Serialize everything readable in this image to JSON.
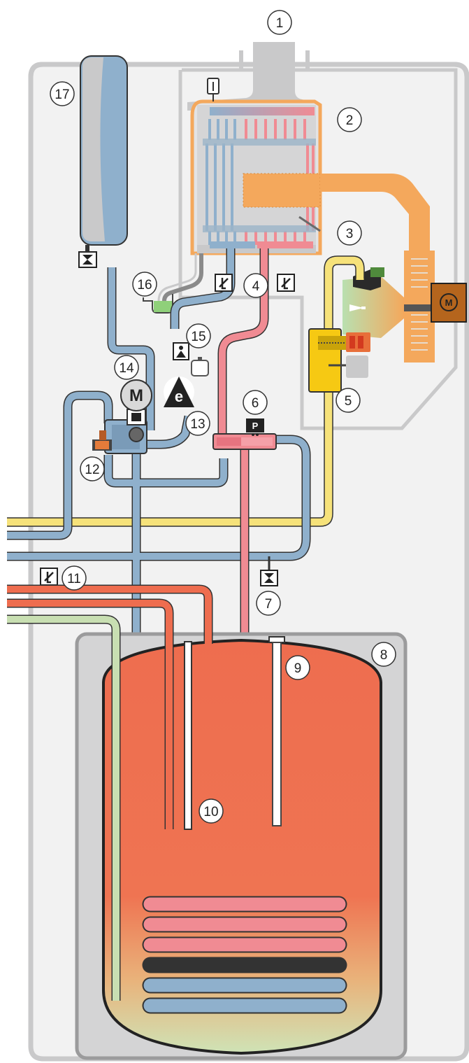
{
  "callouts": [
    {
      "id": "1",
      "label": "1"
    },
    {
      "id": "2",
      "label": "2"
    },
    {
      "id": "3",
      "label": "3"
    },
    {
      "id": "4",
      "label": "4"
    },
    {
      "id": "5",
      "label": "5"
    },
    {
      "id": "6",
      "label": "6"
    },
    {
      "id": "7",
      "label": "7"
    },
    {
      "id": "8",
      "label": "8"
    },
    {
      "id": "9",
      "label": "9"
    },
    {
      "id": "10",
      "label": "10"
    },
    {
      "id": "11",
      "label": "11"
    },
    {
      "id": "12",
      "label": "12"
    },
    {
      "id": "13",
      "label": "13"
    },
    {
      "id": "14",
      "label": "14"
    },
    {
      "id": "15",
      "label": "15"
    },
    {
      "id": "16",
      "label": "16"
    },
    {
      "id": "17",
      "label": "17"
    }
  ],
  "symbols": {
    "pump_label": "e",
    "valve_motor_label": "M",
    "fan_motor_label": "M",
    "pressure_sensor_label": "P"
  },
  "colors": {
    "casing": "#c9c9ca",
    "hot_water": "#f08b93",
    "return_water": "#8fb0cc",
    "gas": "#f6e27a",
    "flue": "#f4a85c",
    "cylinder": "#ee6d4f",
    "cold_inlet": "#c8dfb2",
    "outline": "#3a3a3a"
  }
}
